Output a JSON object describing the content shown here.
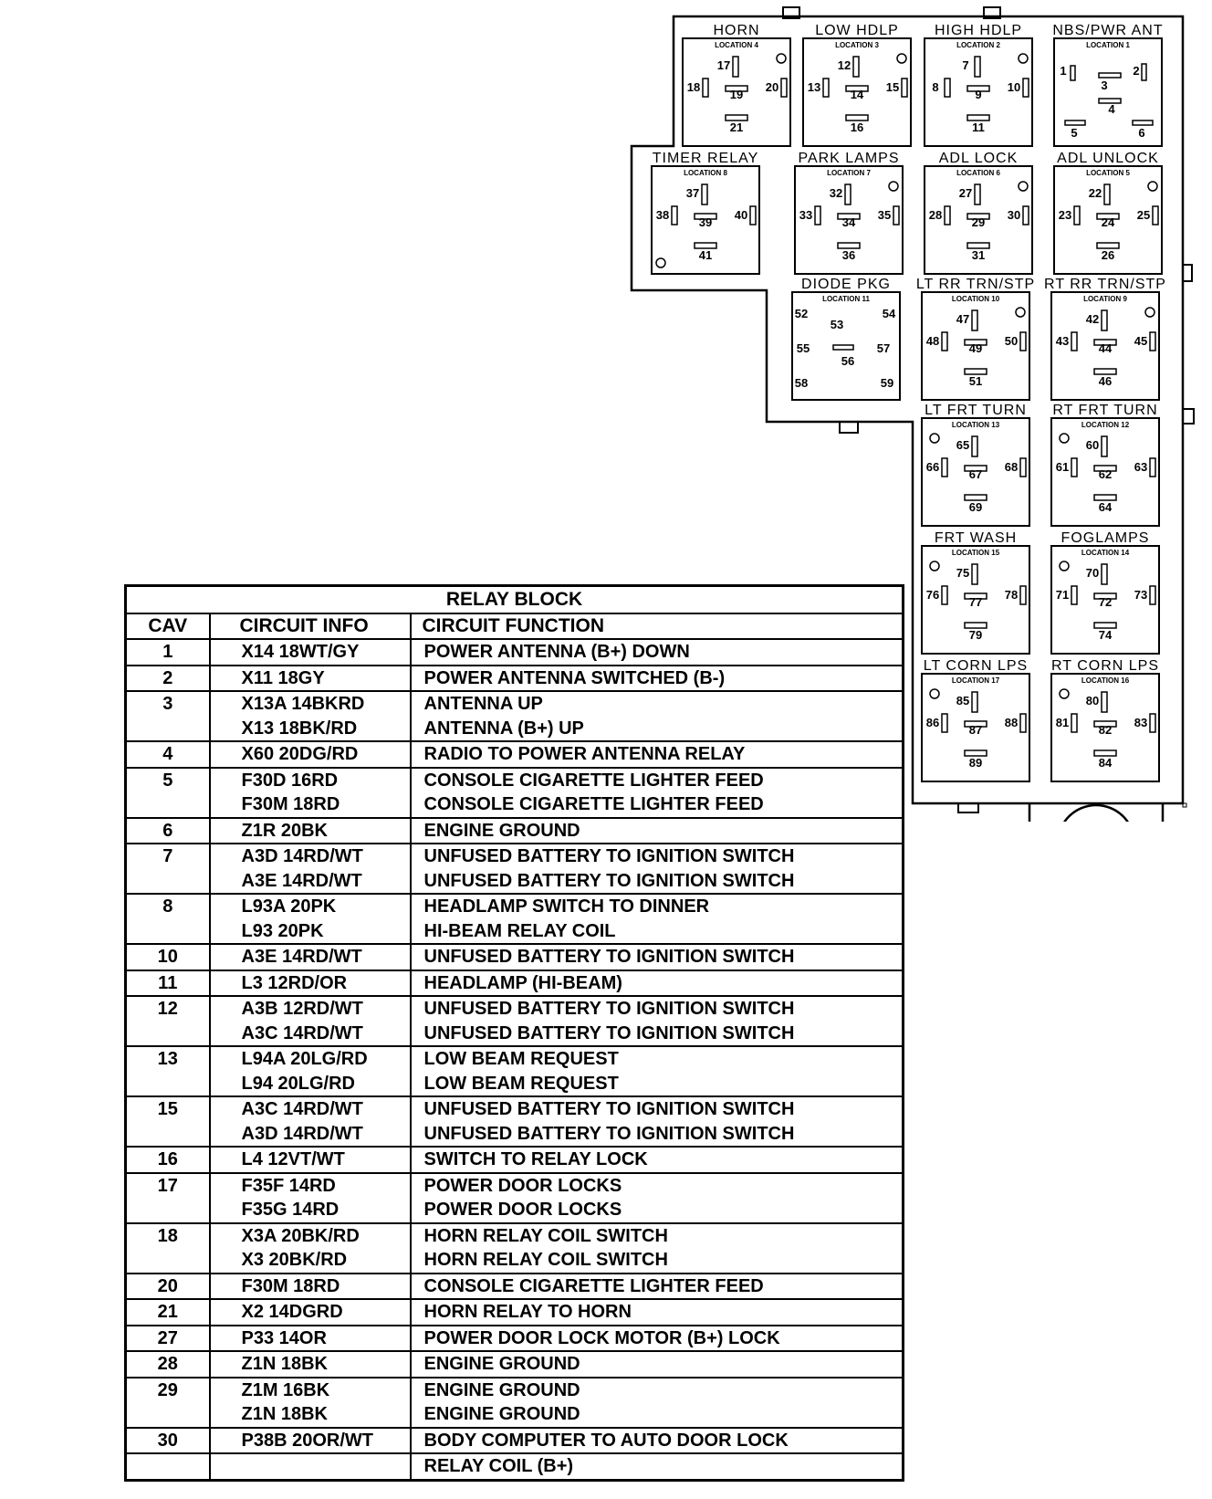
{
  "diagram": {
    "relays": [
      {
        "label": "HORN",
        "location": "LOCATION 4",
        "pins": [
          "17",
          "18",
          "19",
          "20",
          "21"
        ]
      },
      {
        "label": "LOW HDLP",
        "location": "LOCATION 3",
        "pins": [
          "12",
          "13",
          "14",
          "15",
          "16"
        ]
      },
      {
        "label": "HIGH HDLP",
        "location": "LOCATION 2",
        "pins": [
          "7",
          "8",
          "9",
          "10",
          "11"
        ]
      },
      {
        "label": "NBS/PWR ANT",
        "location": "LOCATION 1",
        "pins": [
          "1",
          "2",
          "3",
          "4",
          "5",
          "6"
        ]
      },
      {
        "label": "TIMER RELAY",
        "location": "LOCATION 8",
        "pins": [
          "37",
          "38",
          "39",
          "40",
          "41"
        ]
      },
      {
        "label": "PARK LAMPS",
        "location": "LOCATION 7",
        "pins": [
          "32",
          "33",
          "34",
          "35",
          "36"
        ]
      },
      {
        "label": "ADL LOCK",
        "location": "LOCATION 6",
        "pins": [
          "27",
          "28",
          "29",
          "30",
          "31"
        ]
      },
      {
        "label": "ADL UNLOCK",
        "location": "LOCATION 5",
        "pins": [
          "22",
          "23",
          "24",
          "25",
          "26"
        ]
      },
      {
        "label": "DIODE PKG",
        "location": "LOCATION 11",
        "pins": [
          "52",
          "53",
          "54",
          "55",
          "56",
          "57",
          "58",
          "59"
        ]
      },
      {
        "label": "LT RR TRN/STP",
        "location": "LOCATION 10",
        "pins": [
          "47",
          "48",
          "49",
          "50",
          "51"
        ]
      },
      {
        "label": "RT RR TRN/STP",
        "location": "LOCATION 9",
        "pins": [
          "42",
          "43",
          "44",
          "45",
          "46"
        ]
      },
      {
        "label": "LT FRT TURN",
        "location": "LOCATION 13",
        "pins": [
          "65",
          "66",
          "67",
          "68",
          "69"
        ]
      },
      {
        "label": "RT FRT TURN",
        "location": "LOCATION 12",
        "pins": [
          "60",
          "61",
          "62",
          "63",
          "64"
        ]
      },
      {
        "label": "FRT WASH",
        "location": "LOCATION 15",
        "pins": [
          "75",
          "76",
          "77",
          "78",
          "79"
        ]
      },
      {
        "label": "FOGLAMPS",
        "location": "LOCATION 14",
        "pins": [
          "70",
          "71",
          "72",
          "73",
          "74"
        ]
      },
      {
        "label": "LT CORN LPS",
        "location": "LOCATION 17",
        "pins": [
          "85",
          "86",
          "87",
          "88",
          "89"
        ]
      },
      {
        "label": "RT CORN LPS",
        "location": "LOCATION 16",
        "pins": [
          "80",
          "81",
          "82",
          "83",
          "84"
        ]
      }
    ]
  },
  "table": {
    "title": "RELAY BLOCK",
    "headers": {
      "cav": "CAV",
      "info": "CIRCUIT INFO",
      "func": "CIRCUIT FUNCTION"
    },
    "rows": [
      {
        "cav": "1",
        "info": [
          "X14 18WT/GY"
        ],
        "func": [
          "POWER ANTENNA (B+) DOWN"
        ]
      },
      {
        "cav": "2",
        "info": [
          "X11 18GY"
        ],
        "func": [
          "POWER ANTENNA SWITCHED (B-)"
        ]
      },
      {
        "cav": "3",
        "info": [
          "X13A 14BKRD",
          "X13 18BK/RD"
        ],
        "func": [
          "ANTENNA UP",
          "ANTENNA (B+) UP"
        ]
      },
      {
        "cav": "4",
        "info": [
          "X60 20DG/RD"
        ],
        "func": [
          "RADIO TO POWER ANTENNA RELAY"
        ]
      },
      {
        "cav": "5",
        "info": [
          "F30D 16RD",
          "F30M 18RD"
        ],
        "func": [
          "CONSOLE CIGARETTE LIGHTER FEED",
          "CONSOLE CIGARETTE LIGHTER FEED"
        ]
      },
      {
        "cav": "6",
        "info": [
          "Z1R 20BK"
        ],
        "func": [
          "ENGINE GROUND"
        ]
      },
      {
        "cav": "7",
        "info": [
          "A3D 14RD/WT",
          "A3E 14RD/WT"
        ],
        "func": [
          "UNFUSED BATTERY TO IGNITION SWITCH",
          "UNFUSED BATTERY TO IGNITION SWITCH"
        ]
      },
      {
        "cav": "8",
        "info": [
          "L93A 20PK",
          "L93 20PK"
        ],
        "func": [
          "HEADLAMP SWITCH TO  DINNER",
          "HI-BEAM RELAY COIL"
        ]
      },
      {
        "cav": "10",
        "info": [
          "A3E 14RD/WT"
        ],
        "func": [
          "UNFUSED BATTERY TO IGNITION SWITCH"
        ]
      },
      {
        "cav": "11",
        "info": [
          "L3 12RD/OR"
        ],
        "func": [
          "HEADLAMP (HI-BEAM)"
        ]
      },
      {
        "cav": "12",
        "info": [
          "A3B 12RD/WT",
          "A3C 14RD/WT"
        ],
        "func": [
          "UNFUSED BATTERY TO IGNITION SWITCH",
          "UNFUSED BATTERY TO IGNITION SWITCH"
        ]
      },
      {
        "cav": "13",
        "info": [
          "L94A 20LG/RD",
          "L94 20LG/RD"
        ],
        "func": [
          "LOW BEAM REQUEST",
          "LOW BEAM REQUEST"
        ]
      },
      {
        "cav": "15",
        "info": [
          "A3C 14RD/WT",
          "A3D 14RD/WT"
        ],
        "func": [
          "UNFUSED BATTERY TO IGNITION SWITCH",
          "UNFUSED BATTERY TO IGNITION SWITCH"
        ]
      },
      {
        "cav": "16",
        "info": [
          "L4 12VT/WT"
        ],
        "func": [
          "SWITCH TO RELAY LOCK"
        ]
      },
      {
        "cav": "17",
        "info": [
          "F35F 14RD",
          "F35G 14RD"
        ],
        "func": [
          "POWER DOOR LOCKS",
          "POWER DOOR LOCKS"
        ]
      },
      {
        "cav": "18",
        "info": [
          "X3A 20BK/RD",
          "X3 20BK/RD"
        ],
        "func": [
          "HORN RELAY COIL SWITCH",
          "HORN RELAY COIL SWITCH"
        ]
      },
      {
        "cav": "20",
        "info": [
          "F30M 18RD"
        ],
        "func": [
          "CONSOLE CIGARETTE LIGHTER FEED"
        ]
      },
      {
        "cav": "21",
        "info": [
          "X2 14DGRD"
        ],
        "func": [
          "HORN RELAY TO HORN"
        ]
      },
      {
        "cav": "27",
        "info": [
          "P33 14OR"
        ],
        "func": [
          "POWER DOOR LOCK MOTOR (B+) LOCK"
        ]
      },
      {
        "cav": "28",
        "info": [
          "Z1N 18BK"
        ],
        "func": [
          "ENGINE GROUND"
        ]
      },
      {
        "cav": "29",
        "info": [
          "Z1M 16BK",
          "Z1N 18BK"
        ],
        "func": [
          "ENGINE GROUND",
          "ENGINE GROUND"
        ]
      },
      {
        "cav": "30",
        "info": [
          "P38B 20OR/WT"
        ],
        "func": [
          "BODY COMPUTER TO AUTO DOOR LOCK"
        ]
      },
      {
        "cav": "",
        "info": [
          ""
        ],
        "func": [
          "RELAY COIL (B+)"
        ]
      }
    ]
  }
}
